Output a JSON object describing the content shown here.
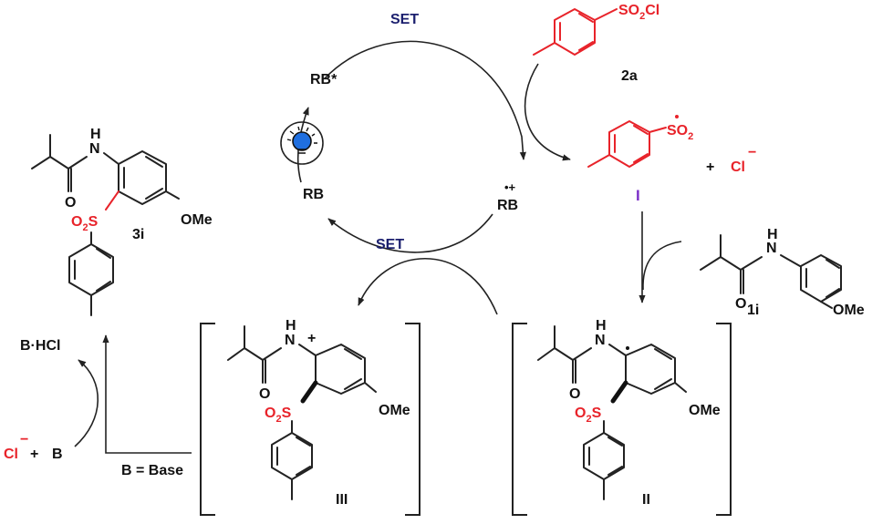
{
  "labels": {
    "set_top": "SET",
    "set_bottom": "SET",
    "rb_excited": "RB*",
    "rb_ground": "RB",
    "rb_radical_cation": "RB",
    "radical_cation_mark": "•+",
    "reagent_2a_id": "2a",
    "reagent_2a_group": "SO",
    "reagent_2a_sub": "2",
    "reagent_2a_cl": "Cl",
    "radical_I_group": "SO",
    "radical_I_sub": "2",
    "radical_I_id": "I",
    "plus_1": "+",
    "chloride": "Cl",
    "chloride_charge": "−",
    "substrate_1i_id": "1i",
    "substrate_1i_N": "N",
    "substrate_1i_H": "H",
    "substrate_1i_O": "O",
    "substrate_1i_OMe": "OMe",
    "int_II_id": "II",
    "int_II_N": "N",
    "int_II_H": "H",
    "int_II_O": "O",
    "int_II_OMe": "OMe",
    "int_II_O2": "O",
    "int_II_O2_sub": "2",
    "int_II_S": "S",
    "int_III_id": "III",
    "int_III_N": "N",
    "int_III_H": "H",
    "int_III_O": "O",
    "int_III_OMe": "OMe",
    "int_III_O2": "O",
    "int_III_O2_sub": "2",
    "int_III_S": "S",
    "int_III_charge": "+",
    "product_3i_id": "3i",
    "product_3i_N": "N",
    "product_3i_H": "H",
    "product_3i_O": "O",
    "product_3i_OMe": "OMe",
    "product_3i_O2": "O",
    "product_3i_O2_sub": "2",
    "product_3i_S": "S",
    "base_def": "B = Base",
    "b_hcl": "B·HCl",
    "cl_minus_left": "Cl",
    "cl_minus_left_charge": "−",
    "plus_2": "+",
    "base_b": "B"
  },
  "colors": {
    "bond": "#222222",
    "reagent": "#e8232a",
    "set": "#1b1f6e",
    "intermediate_label": "#7b2fc8",
    "bulb": "#1f6fe0"
  },
  "icons": [
    "light-bulb-icon"
  ]
}
